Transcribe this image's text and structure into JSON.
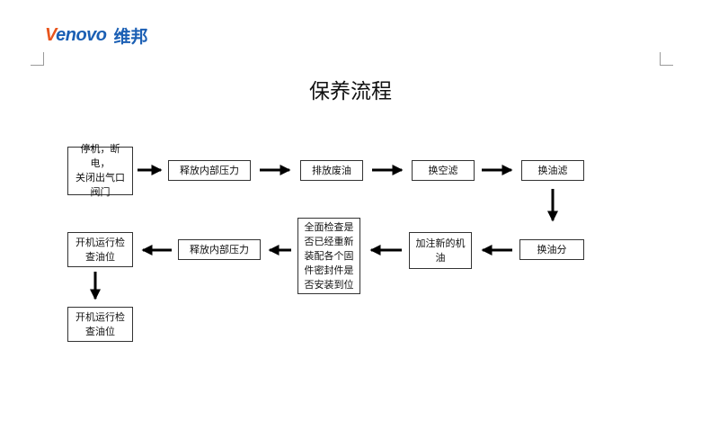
{
  "logo": {
    "brand_prefix": "V",
    "brand_rest": "enovo",
    "brand_cn": "维邦"
  },
  "title": "保养流程",
  "steps": {
    "s1": "停机，断电，\n关闭出气口\n阀门",
    "s2": "释放内部压力",
    "s3": "排放废油",
    "s4": "换空滤",
    "s5": "换油滤",
    "s6": "换油分",
    "s7": "加注新的机\n油",
    "s8": "全面检查是\n否已经重新\n装配各个固\n件密封件是\n否安装到位",
    "s9": "释放内部压力",
    "s10": "开机运行检\n查油位",
    "s11": "开机运行检\n查油位"
  },
  "colors": {
    "arrow": "#000000",
    "border": "#333333",
    "brand_blue": "#1b5fb4",
    "brand_orange": "#e8541c"
  }
}
